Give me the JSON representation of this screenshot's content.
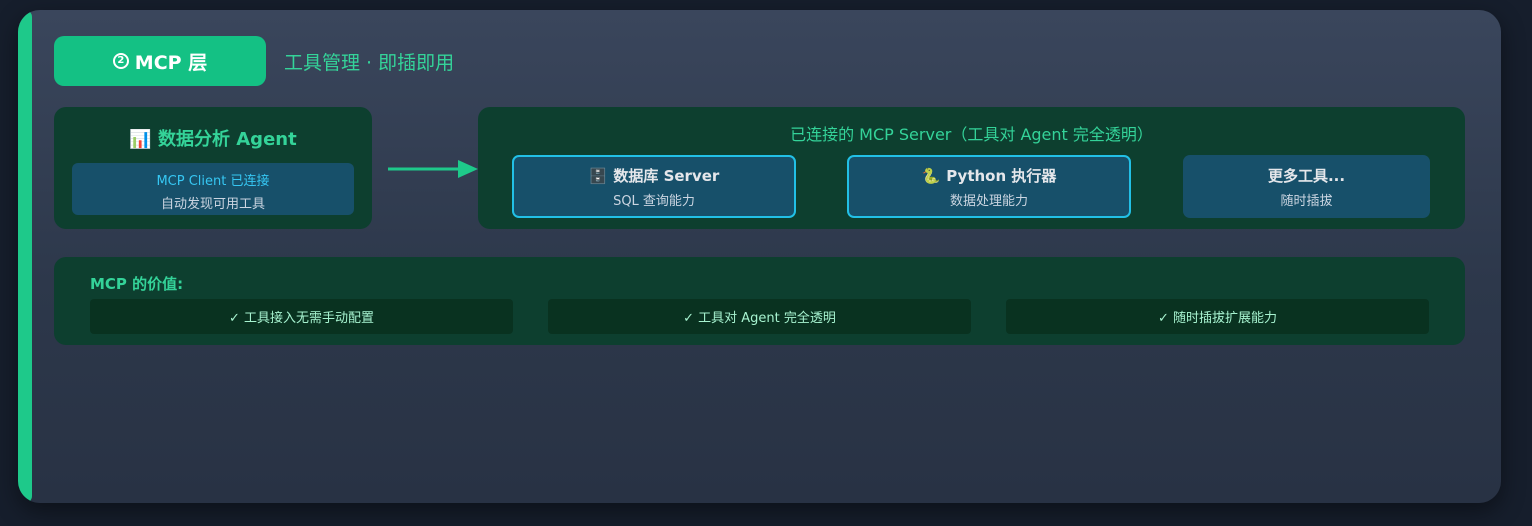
{
  "layer": {
    "badge_number": "2",
    "badge_label": "MCP 层",
    "subtitle": "工具管理 · 即插即用"
  },
  "agent": {
    "icon": "📊",
    "title": "数据分析 Agent",
    "client_title": "MCP Client 已连接",
    "client_subtitle": "自动发现可用工具"
  },
  "servers": {
    "title": "已连接的 MCP Server（工具对 Agent 完全透明）",
    "cards": [
      {
        "icon": "🗄️",
        "name": "数据库 Server",
        "desc": "SQL 查询能力"
      },
      {
        "icon": "🐍",
        "name": "Python 执行器",
        "desc": "数据处理能力"
      },
      {
        "icon": "",
        "name": "更多工具...",
        "desc": "随时插拔"
      }
    ]
  },
  "value": {
    "title": "MCP 的价值:",
    "items": [
      "✓ 工具接入无需手动配置",
      "✓ 工具对 Agent 完全透明",
      "✓ 随时插拔扩展能力"
    ]
  },
  "colors": {
    "accent": "#1ec98a",
    "badge": "#14c184",
    "box": "#0d3f2f",
    "card": "#17506a",
    "card_border": "#22c0e6",
    "green_text": "#34d399",
    "cyan_text": "#36c7f3"
  }
}
